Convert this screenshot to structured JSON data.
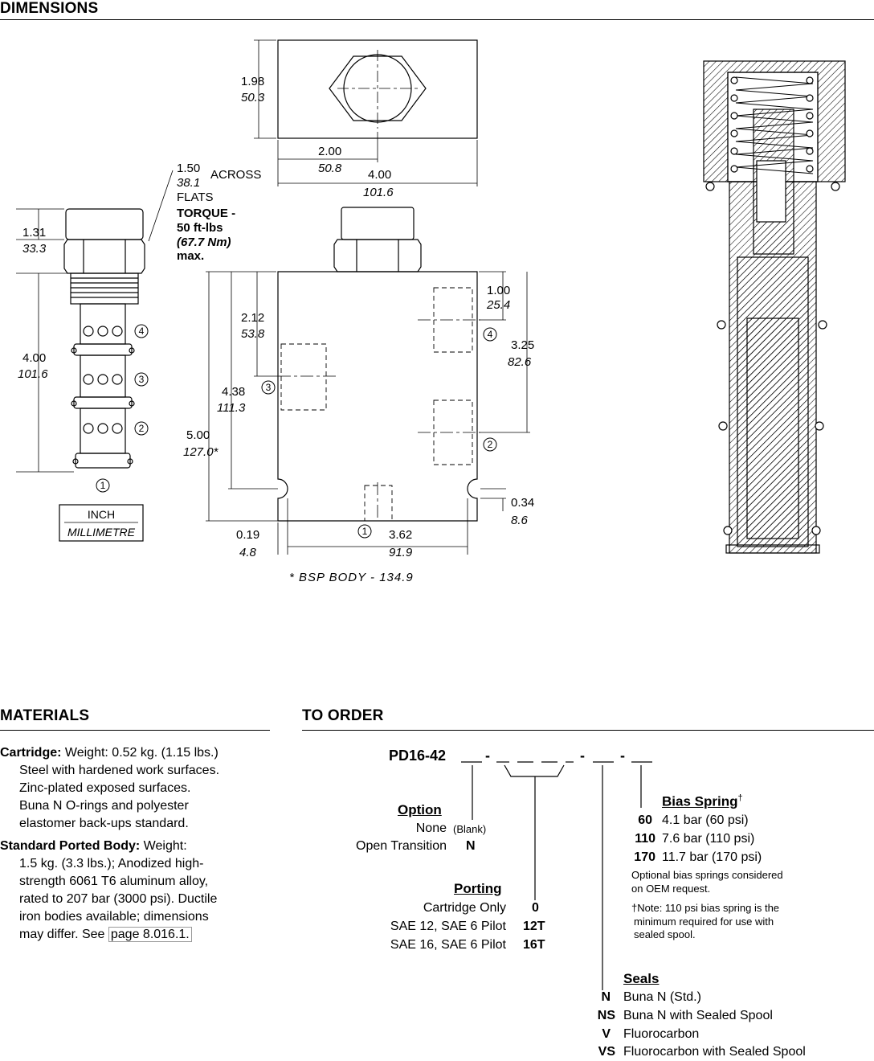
{
  "sections": {
    "dimensions": "DIMENSIONS",
    "materials": "MATERIALS",
    "to_order": "TO ORDER"
  },
  "drawing": {
    "cartridge": {
      "across_in": "1.50",
      "across_mm": "38.1",
      "across_label": "ACROSS",
      "flats_label": "FLATS",
      "torque_1": "TORQUE -",
      "torque_2": "50 ft-lbs",
      "torque_3": "(67.7 Nm)",
      "torque_4": "max.",
      "head_in": "1.31",
      "head_mm": "33.3",
      "body_in": "4.00",
      "body_mm": "101.6",
      "ports": [
        "4",
        "3",
        "2",
        "1"
      ],
      "legend_top": "INCH",
      "legend_bottom": "MILLIMETRE"
    },
    "body_top": {
      "height_in": "1.98",
      "height_mm": "50.3",
      "center_in": "2.00",
      "center_mm": "50.8",
      "width_in": "4.00",
      "width_mm": "101.6"
    },
    "body_front": {
      "d1_in": "2.12",
      "d1_mm": "53.8",
      "d2_in": "4.38",
      "d2_mm": "111.3",
      "d3_in": "5.00",
      "d3_mm": "127.0*",
      "d4_in": "1.00",
      "d4_mm": "25.4",
      "d5_in": "3.25",
      "d5_mm": "82.6",
      "d6_in": "0.34",
      "d6_mm": "8.6",
      "d7_in": "0.19",
      "d7_mm": "4.8",
      "d8_in": "3.62",
      "d8_mm": "91.9",
      "ports": [
        "4",
        "3",
        "2",
        "1"
      ],
      "bsp_note": "* BSP BODY - 134.9"
    }
  },
  "materials": {
    "cartridge_label": "Cartridge:",
    "cartridge_lines": [
      " Weight: 0.52 kg. (1.15 lbs.)",
      "Steel with hardened work surfaces.",
      "Zinc-plated exposed surfaces.",
      "Buna N O-rings and polyester",
      "elastomer back-ups standard."
    ],
    "body_label": "Standard Ported Body:",
    "body_lines": [
      " Weight:",
      "1.5 kg. (3.3 lbs.); Anodized high-",
      "strength 6061 T6 aluminum alloy,",
      "rated to 207 bar (3000 psi). Ductile",
      "iron bodies available; dimensions",
      "may differ. See "
    ],
    "page_link": "page 8.016.1."
  },
  "order": {
    "model": "PD16-42",
    "option": {
      "title": "Option",
      "items": [
        {
          "label": "None",
          "code": "(Blank)"
        },
        {
          "label": "Open Transition",
          "code": "N"
        }
      ]
    },
    "porting": {
      "title": "Porting",
      "items": [
        {
          "label": "Cartridge Only",
          "code": "0"
        },
        {
          "label": "SAE 12, SAE 6 Pilot",
          "code": "12T"
        },
        {
          "label": "SAE 16, SAE 6 Pilot",
          "code": "16T"
        }
      ]
    },
    "bias": {
      "title": "Bias Spring",
      "dagger": "†",
      "items": [
        {
          "code": "60",
          "label": "4.1 bar (60 psi)"
        },
        {
          "code": "110",
          "label": "7.6 bar (110 psi)"
        },
        {
          "code": "170",
          "label": "11.7 bar (170 psi)"
        }
      ],
      "note1": "Optional bias springs considered",
      "note2": "on OEM request.",
      "note3": "†Note: 110 psi bias spring is the",
      "note4": "minimum required for use with",
      "note5": "sealed spool."
    },
    "seals": {
      "title": "Seals",
      "items": [
        {
          "code": "N",
          "label": "Buna N (Std.)"
        },
        {
          "code": "NS",
          "label": "Buna N with Sealed Spool"
        },
        {
          "code": "V",
          "label": "Fluorocarbon"
        },
        {
          "code": "VS",
          "label": "Fluorocarbon with Sealed Spool"
        }
      ]
    }
  }
}
